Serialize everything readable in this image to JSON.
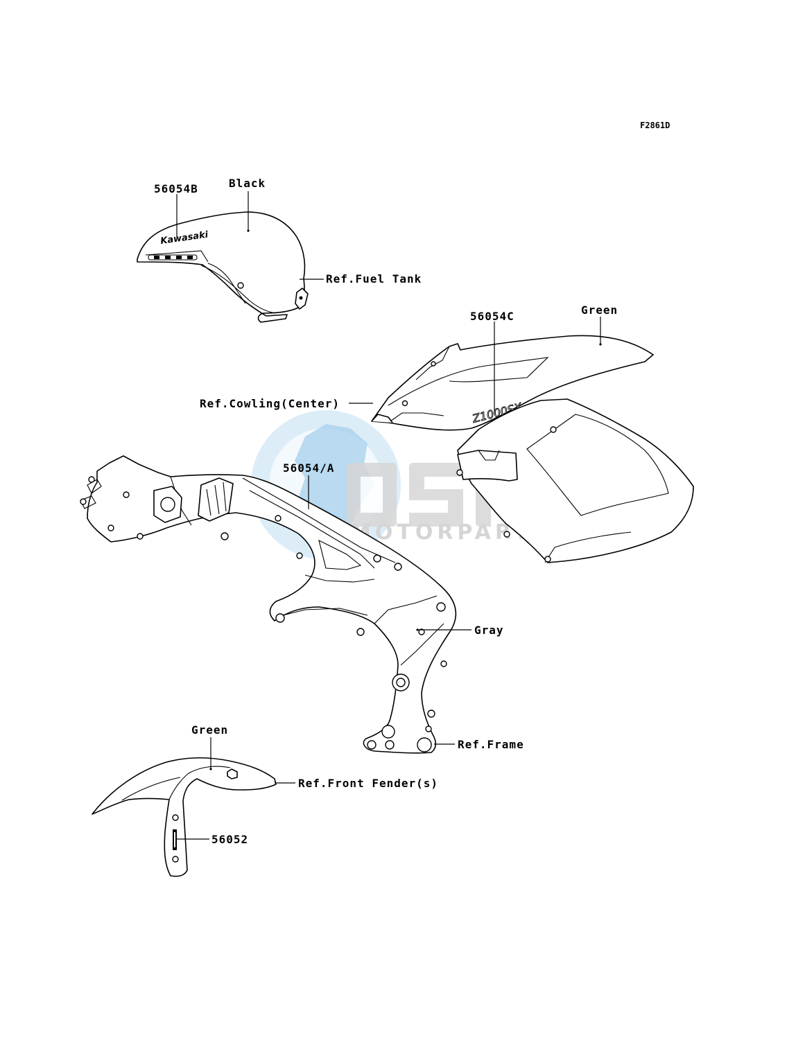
{
  "figure_code": "F2861D",
  "watermark": {
    "logo": "OSM",
    "text": "MOTORPARTS",
    "color_light_blue": "#8ec3e6",
    "color_gray": "#c8c8c8"
  },
  "tank_decal": {
    "brand": "Kawasaki"
  },
  "cowling_decal": {
    "model": "Z1000SX"
  },
  "labels": {
    "part_56054b": "56054B",
    "color_black": "Black",
    "ref_fuel_tank": "Ref.Fuel Tank",
    "part_56054c": "56054C",
    "color_green_cowling": "Green",
    "ref_cowling": "Ref.Cowling(Center)",
    "part_56054a": "56054/A",
    "color_gray": "Gray",
    "ref_frame": "Ref.Frame",
    "color_green_fender": "Green",
    "ref_front_fender": "Ref.Front Fender(s)",
    "part_56052": "56052"
  }
}
